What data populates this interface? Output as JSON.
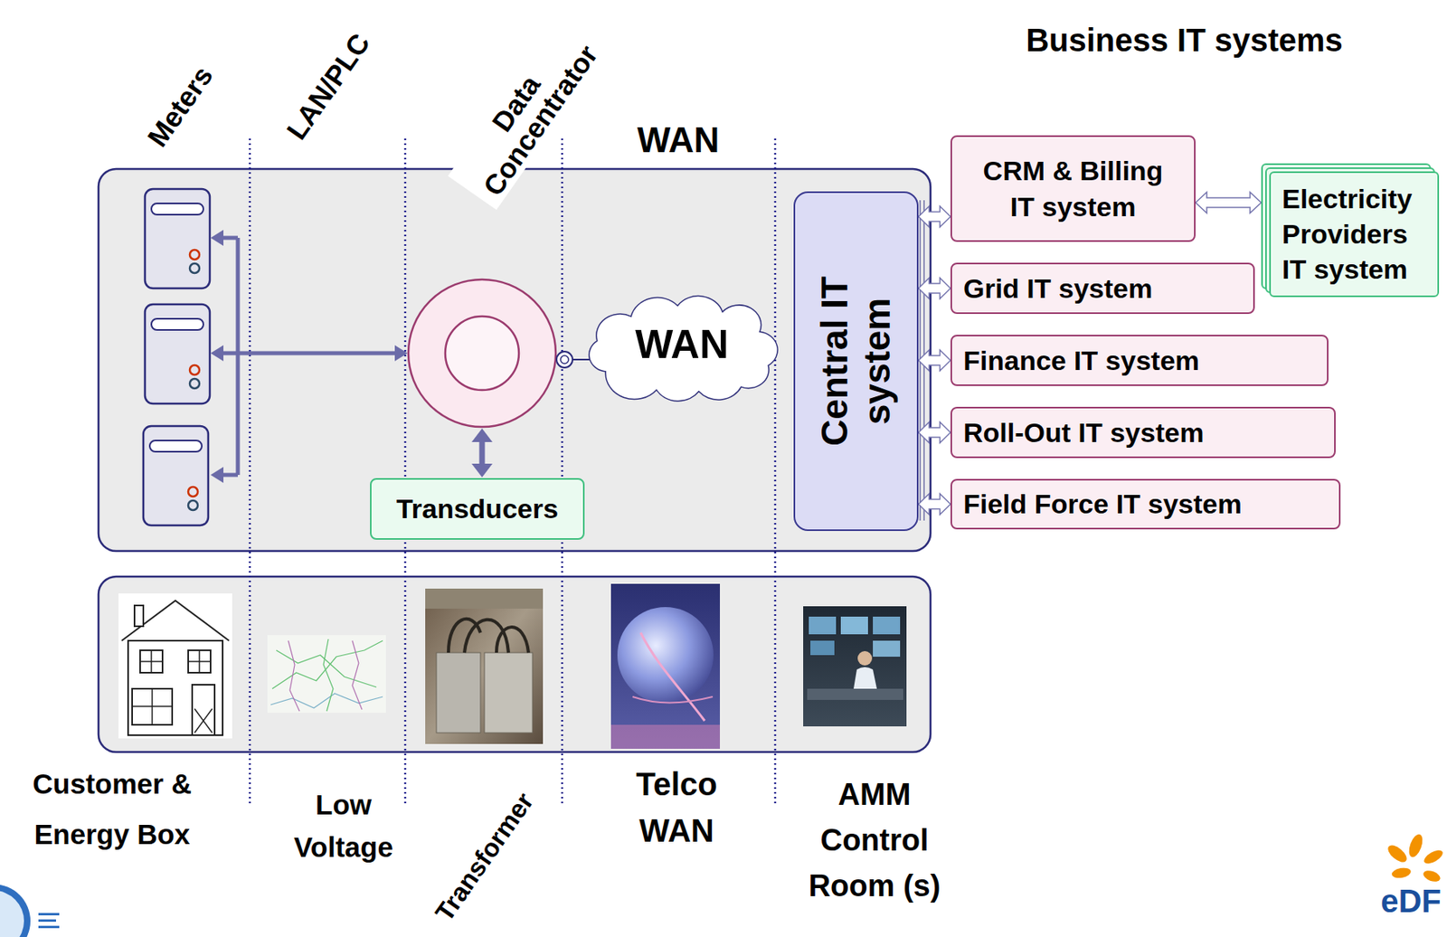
{
  "diagram": {
    "nodes": [
      {
        "text": [
          "WAN"
        ]
      },
      {
        "text": [
          "Transducers"
        ]
      },
      {
        "text": [
          "Central IT system"
        ]
      },
      {
        "text": [
          "CRM & Billing IT system"
        ]
      },
      {
        "text": [
          "Electricity Providers IT system"
        ]
      },
      {
        "text": [
          "Grid IT system"
        ]
      },
      {
        "text": [
          "Finance IT system"
        ]
      },
      {
        "text": [
          "Roll-Out IT system"
        ]
      },
      {
        "text": [
          "Field Force IT system"
        ]
      }
    ],
    "edges": [
      {
        "from": 2,
        "to": 3,
        "arrow": "both"
      },
      {
        "from": 3,
        "to": 4,
        "arrow": "both"
      },
      {
        "from": 2,
        "to": 5,
        "arrow": "both"
      },
      {
        "from": 2,
        "to": 6,
        "arrow": "both"
      },
      {
        "from": 2,
        "to": 7,
        "arrow": "both"
      },
      {
        "from": 2,
        "to": 8,
        "arrow": "both"
      }
    ],
    "labels": [
      "Meters",
      "LAN/PLC",
      "Data Concentrator",
      "WAN",
      "Business IT systems",
      "Customer & Energy Box",
      "Low Voltage",
      "Transformer",
      "Telco WAN",
      "AMM Control Room (s)",
      "eDF"
    ]
  }
}
